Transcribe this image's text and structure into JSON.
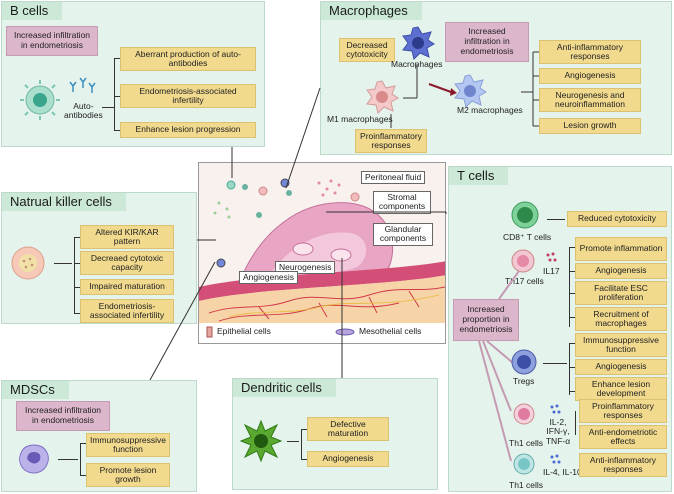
{
  "b_cells": {
    "title": "B cells",
    "callout": "Increased infiltration in endometriosis",
    "cell_label": "Auto-\nantibodies",
    "effects": [
      "Aberrant production of auto-antibodies",
      "Endometriosis-associated infertility",
      "Enhance lesion progression"
    ]
  },
  "macrophages": {
    "title": "Macrophages",
    "decreased": "Decreased cytotoxicity",
    "callout": "Increased infiltration in endometriosis",
    "macro_label": "Macrophages",
    "m1_label": "M1 macrophages",
    "m2_label": "M2 macrophages",
    "m1_effect": "Proinflammatory responses",
    "m2_effects": [
      "Anti-inflammatory responses",
      "Angiogenesis",
      "Neurogenesis and neuroinflammation",
      "Lesion growth"
    ]
  },
  "nk_cells": {
    "title": "Natrual killer cells",
    "effects": [
      "Altered KIR/KAR pattern",
      "Decreaed cytotoxic capacity",
      "Impaired maturation",
      "Endometriosis-associated infertility"
    ]
  },
  "center": {
    "peritoneal": "Peritoneal fluid",
    "stromal": "Stromal components",
    "glandular": "Glandular components",
    "neurogenesis": "Neurogenesis",
    "angiogenesis": "Angiogenesis",
    "epithelial": "Epithelial cells",
    "mesothelial": "Mesothelial cells"
  },
  "t_cells": {
    "title": "T cells",
    "cd8_label": "CD8⁺ T cells",
    "cd8_effect": "Reduced cytotoxicity",
    "th17_label": "Th17 cells",
    "il17": "IL17",
    "th17_effects": [
      "Promote inflammation",
      "Angiogenesis",
      "Facilitate ESC proliferation",
      "Recruitment of macrophages"
    ],
    "callout": "Increased proportion in endometriosis",
    "treg_label": "Tregs",
    "treg_effects": [
      "Immunosuppressive function",
      "Angiogenesis",
      "Enhance lesion development"
    ],
    "th1_label": "Th1 cells",
    "th1_cytokines": "IL-2, IFN-γ, TNF-α",
    "th1_effects": [
      "Proinflammatory responses",
      "Anti-endometriotic effects"
    ],
    "th2_label": "Th1 cells",
    "th2_cytokines": "IL-4, IL-10",
    "th2_effects": [
      "Anti-inflammatory responses"
    ]
  },
  "mdscs": {
    "title": "MDSCs",
    "callout": "Increased infiltration in endometriosis",
    "effects": [
      "Immunosuppressive function",
      "Promote lesion growth"
    ]
  },
  "dendritic": {
    "title": "Dendritic cells",
    "effects": [
      "Defective maturation",
      "Angiogenesis"
    ]
  }
}
